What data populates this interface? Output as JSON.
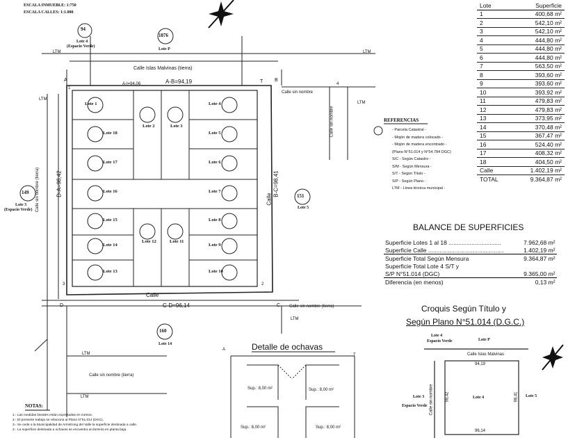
{
  "scales": {
    "inmueble": "ESCALA INMUEBLE: 1:750",
    "calles": "ESCALA CALLES: 1:1.000"
  },
  "lot_table": {
    "headers": [
      "Lote",
      "Superficie"
    ],
    "rows": [
      {
        "lote": "1",
        "sup": "400,68 m²"
      },
      {
        "lote": "2",
        "sup": "542,10 m²"
      },
      {
        "lote": "3",
        "sup": "542,10 m²"
      },
      {
        "lote": "4",
        "sup": "444,80 m²"
      },
      {
        "lote": "5",
        "sup": "444,80 m²"
      },
      {
        "lote": "6",
        "sup": "444,80 m²"
      },
      {
        "lote": "7",
        "sup": "563,50 m²"
      },
      {
        "lote": "8",
        "sup": "393,60 m²"
      },
      {
        "lote": "9",
        "sup": "393,60 m²"
      },
      {
        "lote": "10",
        "sup": "393,92 m²"
      },
      {
        "lote": "11",
        "sup": "479,83 m²"
      },
      {
        "lote": "12",
        "sup": "479,83 m²"
      },
      {
        "lote": "13",
        "sup": "373,95 m²"
      },
      {
        "lote": "14",
        "sup": "370,48 m²"
      },
      {
        "lote": "15",
        "sup": "367,47 m²"
      },
      {
        "lote": "16",
        "sup": "524,40 m²"
      },
      {
        "lote": "17",
        "sup": "408,32 m²"
      },
      {
        "lote": "18",
        "sup": "404,50 m²"
      }
    ],
    "calle": {
      "lote": "Calle",
      "sup": "1.402,19 m²"
    },
    "total": {
      "lote": "TOTAL",
      "sup": "9.364,87 m²"
    }
  },
  "referencias": {
    "title": "REFERENCIAS",
    "items": [
      "- Parcela Catastral -",
      "- Mojón de madera colocado -",
      "- Mojón de madera encontrado -",
      "(Plano N°51.014 y N°54.784 DGC)",
      "S/C - Según Catastro -",
      "S/M - Según Mensura -",
      "S/T - Según Título -",
      "S/P - Según Plano -",
      "LTM - Línea técnica municipal -"
    ]
  },
  "balance": {
    "title": "BALANCE DE SUPERFICIES",
    "rows": [
      {
        "label": "Superficie Lotes 1 al 18 ................................",
        "value": "7.962,68 m²"
      },
      {
        "label": "Superficie Calle ..............................................",
        "value": "1.402,19 m²"
      },
      {
        "label": "Superficie Total Según Mensura",
        "value": "9.364,87 m²"
      },
      {
        "label": "Superficie Total Lote 4 S/T y",
        "value": ""
      },
      {
        "label": "S/P N°51.014 (DGC)",
        "value": "9.365,00 m²"
      },
      {
        "label": "Diferencia (en menos)",
        "value": "0,13 m²"
      }
    ]
  },
  "croquis": {
    "title1": "Croquis Según Título y",
    "title2": "Según Plano N°51.014 (D.G.C.)",
    "lote4_top": "Lote 4",
    "espacio_verde": "Espacio Verde",
    "lote_p": "Lote P",
    "calle_islas": "Calle Islas Malvinas",
    "lote3": "Lote 3",
    "espacio_verde2": "Espacio Verde",
    "lote4": "Lote 4",
    "lote5": "Lote 5",
    "calle_sin_nombre": "Calle sin nombre",
    "dim_top": "94,19",
    "dim_left": "98,42",
    "dim_right": "98,41",
    "dim_bottom": "96,14"
  },
  "detalle": {
    "title": "Detalle de ochavas",
    "sups": [
      "Sup.: 8,00 m²",
      "Sup.: 8,00 m²",
      "Sup.: 8,00 m²",
      "Sup.: 8,00 m²"
    ],
    "corner_a": "A",
    "corner_t": "T"
  },
  "notas": {
    "title": "NOTAS:",
    "items": [
      "1.- Las medidas lineales están expresadas en metros.",
      "2.- El presente trabajo se relaciona al Plano N°51.014 (DGC).",
      "3.- Se cede a la Municipalidad de Armstrong del Valle la superficie destinada a calle.",
      "4.- La superficie destinada a ochavas se encuentra al dominio en planta baja."
    ]
  },
  "plan": {
    "parcel_94": "94",
    "parcel_1876": "1876",
    "parcel_149": "149",
    "parcel_151": "151",
    "parcel_160": "160",
    "lote4_ev": "Lote 4",
    "espacio_verde_top": "(Espacio Verde)",
    "lote_p": "Lote P",
    "lote3_ev": "Lote 3",
    "espacio_verde_left": "(Espacio Verde)",
    "lote5": "Lote 5",
    "lote_14": "Lote 14",
    "calle_malvinas": "Calle Islas Malvinas (tierra)",
    "calle_right": "Calle",
    "calle_inner": "Calle",
    "calle_sin_nombre_left": "Calle sin nombre (tierra)",
    "calle_sin_nombre_top_right": "Calle sin nombre",
    "calle_sin_nombre_bottom_right": "Calle sin nombre (tierra)",
    "calle_sin_nombre_bottom": "Calle sin nombre (tierra)",
    "calle_sin_nombre_vertical_right": "Calle sin nombre",
    "dim_ab": "A-B=94,19",
    "dim_cd": "C-D=96,14",
    "dim_da": "D-A=98,42",
    "dim_bc": "B-C=98,41",
    "dim_ai": "A-I=94,06",
    "ltm": "LTM",
    "corner_a": "A",
    "corner_b": "B",
    "corner_c": "C",
    "corner_d": "D",
    "corner_t": "T",
    "corner_1": "1",
    "corner_2": "2",
    "corner_3": "3",
    "corner_4": "4",
    "lots": [
      "Lote 1",
      "Lote 2",
      "Lote 3",
      "Lote 4",
      "Lote 5",
      "Lote 6",
      "Lote 7",
      "Lote 8",
      "Lote 9",
      "Lote 10",
      "Lote 11",
      "Lote 12",
      "Lote 13",
      "Lote 14",
      "Lote 15",
      "Lote 16",
      "Lote 17",
      "Lote 18"
    ]
  }
}
